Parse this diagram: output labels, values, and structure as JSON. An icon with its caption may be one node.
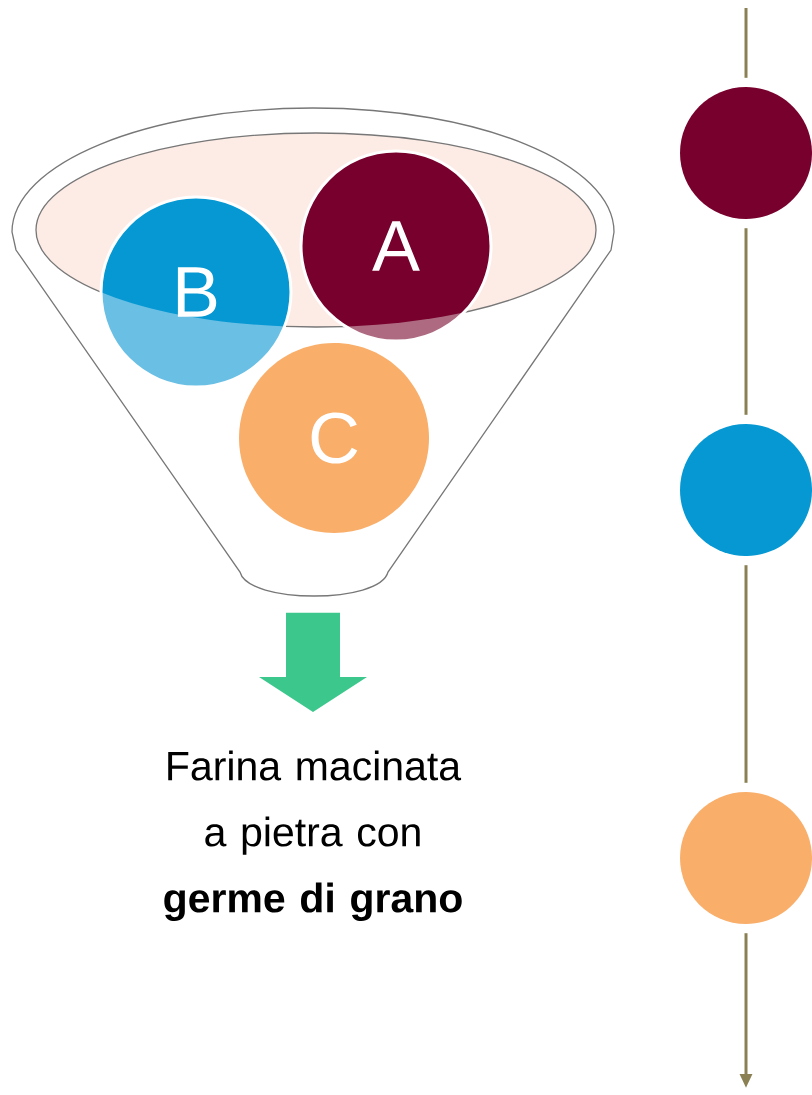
{
  "diagram": {
    "nodes": [
      {
        "text": [],
        "shape": "funnel"
      },
      {
        "text": [
          "A"
        ],
        "in": 0
      },
      {
        "text": [
          "B"
        ],
        "in": 0
      },
      {
        "text": [
          "C"
        ],
        "in": 0
      },
      {
        "text": [
          "Farina macinata a pietra con **germe di grano**"
        ]
      },
      {
        "text": [],
        "shape": "circle"
      },
      {
        "text": [],
        "shape": "circle"
      },
      {
        "text": [],
        "shape": "circle"
      }
    ],
    "edges": [
      {
        "from": 0,
        "to": 4,
        "arrow": "to",
        "style": "thick",
        "color": "#3cc88c"
      },
      {
        "from": null,
        "to": 5,
        "arrow": "none"
      },
      {
        "from": 5,
        "to": 6,
        "arrow": "none"
      },
      {
        "from": 6,
        "to": 7,
        "arrow": "none"
      },
      {
        "from": 7,
        "to": null,
        "arrow": "to"
      }
    ]
  }
}
